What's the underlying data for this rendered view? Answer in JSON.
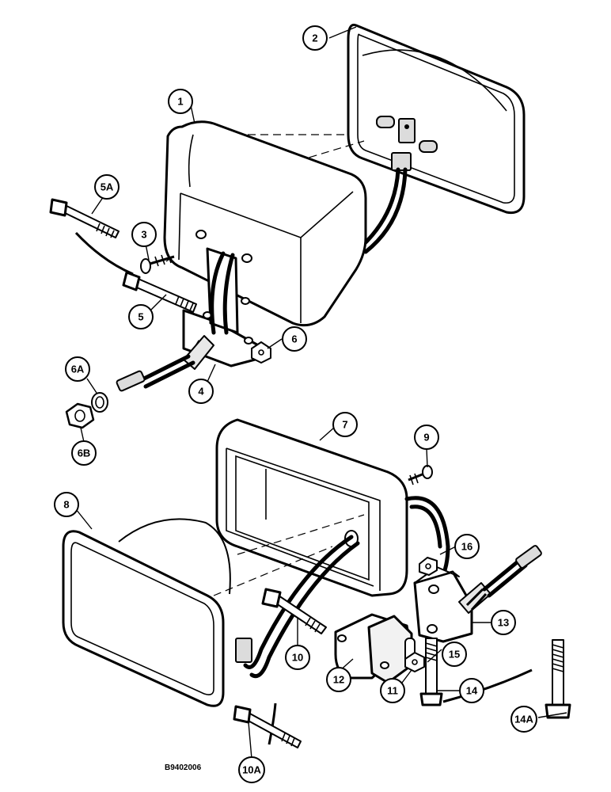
{
  "figure_code": "B9402006",
  "callouts": [
    {
      "id": "c1",
      "label": "1"
    },
    {
      "id": "c2",
      "label": "2"
    },
    {
      "id": "c3",
      "label": "3"
    },
    {
      "id": "c4",
      "label": "4"
    },
    {
      "id": "c5",
      "label": "5"
    },
    {
      "id": "c5a",
      "label": "5A"
    },
    {
      "id": "c6",
      "label": "6"
    },
    {
      "id": "c6a",
      "label": "6A"
    },
    {
      "id": "c6b",
      "label": "6B"
    },
    {
      "id": "c7",
      "label": "7"
    },
    {
      "id": "c8",
      "label": "8"
    },
    {
      "id": "c9",
      "label": "9"
    },
    {
      "id": "c10",
      "label": "10"
    },
    {
      "id": "c10a",
      "label": "10A"
    },
    {
      "id": "c11",
      "label": "11"
    },
    {
      "id": "c12",
      "label": "12"
    },
    {
      "id": "c13",
      "label": "13"
    },
    {
      "id": "c14",
      "label": "14"
    },
    {
      "id": "c14a",
      "label": "14A"
    },
    {
      "id": "c15",
      "label": "15"
    },
    {
      "id": "c16",
      "label": "16"
    }
  ]
}
